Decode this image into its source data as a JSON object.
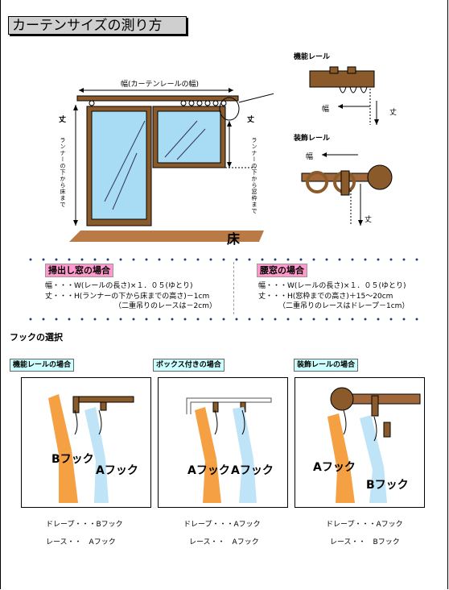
{
  "title": "カーテンサイズの測り方",
  "diagram": {
    "width_label": "幅(カーテンレールの幅)",
    "left_height_label": "丈",
    "right_height_label": "丈",
    "left_vertical_note": "ランナーの下から床まで",
    "right_vertical_note": "ランナーの下から窓枠まで",
    "floor_label": "床"
  },
  "rail_detail": {
    "functional_title": "機能レール",
    "functional_width": "幅",
    "functional_height": "丈",
    "decorative_title": "装飾レール",
    "decorative_width": "幅",
    "decorative_height": "丈"
  },
  "sections": {
    "bay_window": {
      "heading": "掃出し窓の場合",
      "width_line": "幅・・・W(レールの長さ)×１．０５(ゆとり)",
      "height_line": "丈・・・H(ランナーの下から床までの高さ)－1cm",
      "height_note": "（二重吊りのレースは－2cm）"
    },
    "waist_window": {
      "heading": "腰窓の場合",
      "width_line": "幅・・・W(レールの長さ)×１．０５(ゆとり)",
      "height_line": "丈・・・H(窓枠までの高さ)＋15～20cm",
      "height_note": "（二重吊りのレースはドレープ－1cm）"
    }
  },
  "hook_section_title": "フックの選択",
  "hook_panels": [
    {
      "heading": "機能レールの場合",
      "label_left": "Bフック",
      "label_right": "Aフック",
      "drape": "ドレープ・・・Bフック",
      "lace": "レース・・　Aフック"
    },
    {
      "heading": "ボックス付きの場合",
      "label_left": "Aフック",
      "label_right": "Aフック",
      "drape": "ドレープ・・・Aフック",
      "lace": "レース・・　Aフック"
    },
    {
      "heading": "装飾レールの場合",
      "label_left": "Aフック",
      "label_right": "Bフック",
      "drape": "ドレープ・・・Aフック",
      "lace": "レース・・　Bフック"
    }
  ],
  "colors": {
    "wood": "#8b5a2b",
    "glass": "#a8dcf4",
    "drape": "#f5a043",
    "lace": "#bfe3f7",
    "heading_pink": "#ff99cc",
    "heading_cyan": "#ccffff"
  }
}
